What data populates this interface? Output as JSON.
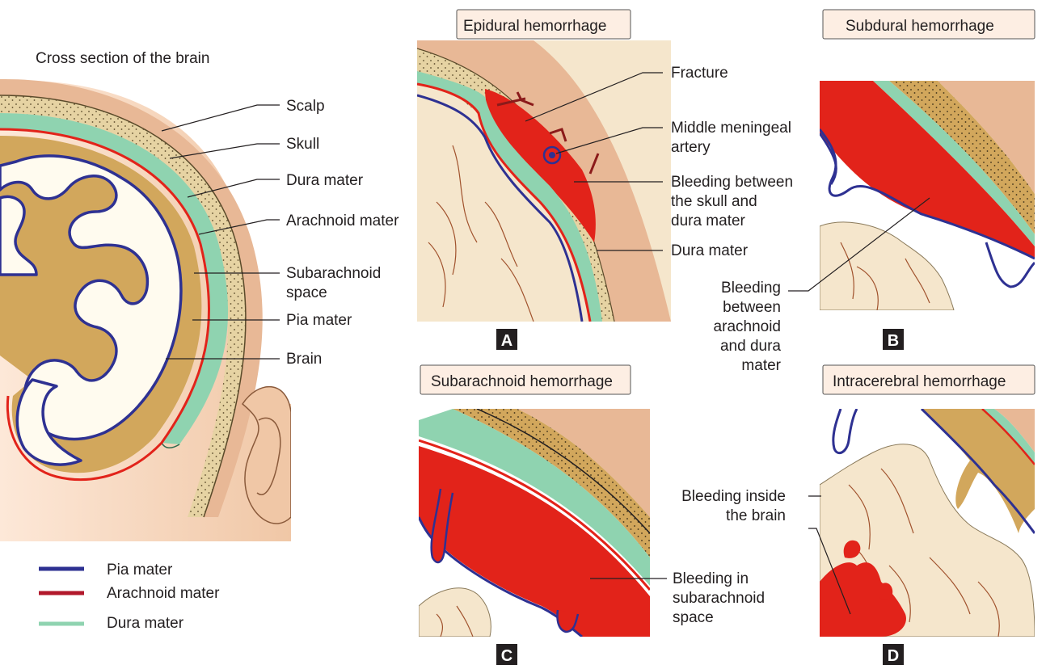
{
  "overview": {
    "title": "Cross section of the brain",
    "labels": {
      "scalp": "Scalp",
      "skull": "Skull",
      "dura": "Dura mater",
      "arachnoid": "Arachnoid mater",
      "subarachnoid_1": "Subarachnoid",
      "subarachnoid_2": "space",
      "pia": "Pia mater",
      "brain": "Brain"
    }
  },
  "legend": [
    {
      "label": "Pia mater",
      "color": "#2e3192"
    },
    {
      "label": "Arachnoid mater",
      "color": "#b2182b"
    },
    {
      "label": "Dura mater",
      "color": "#8fd3b0"
    }
  ],
  "panels": {
    "a": {
      "badge": "A",
      "title": "Epidural hemorrhage",
      "labels": {
        "fracture": "Fracture",
        "mma_1": "Middle meningeal",
        "mma_2": "artery",
        "bleed_1": "Bleeding between",
        "bleed_2": "the skull and",
        "bleed_3": "dura mater",
        "dura": "Dura mater"
      }
    },
    "b": {
      "badge": "B",
      "title": "Subdural hemorrhage",
      "labels": {
        "l1": "Bleeding",
        "l2": "between",
        "l3": "arachnoid",
        "l4": "and dura",
        "l5": "mater"
      }
    },
    "c": {
      "badge": "C",
      "title": "Subarachnoid hemorrhage",
      "labels": {
        "l1": "Bleeding in",
        "l2": "subarachnoid",
        "l3": "space"
      }
    },
    "d": {
      "badge": "D",
      "title": "Intracerebral hemorrhage",
      "labels": {
        "l1": "Bleeding inside",
        "l2": "the brain"
      }
    }
  },
  "colors": {
    "scalp": "#e8b896",
    "skin_light": "#fbe3d0",
    "skull": "#d2a75c",
    "bone_light": "#e6d3a3",
    "dura": "#8fd3b0",
    "arachnoid": "#e2231a",
    "pia": "#2e3192",
    "blood": "#e2231a",
    "brain": "#f5e6cc",
    "gyri": "#fffbef",
    "vessel": "#a0522d",
    "title_box": "#fdeee3",
    "badge": "#231f20"
  }
}
